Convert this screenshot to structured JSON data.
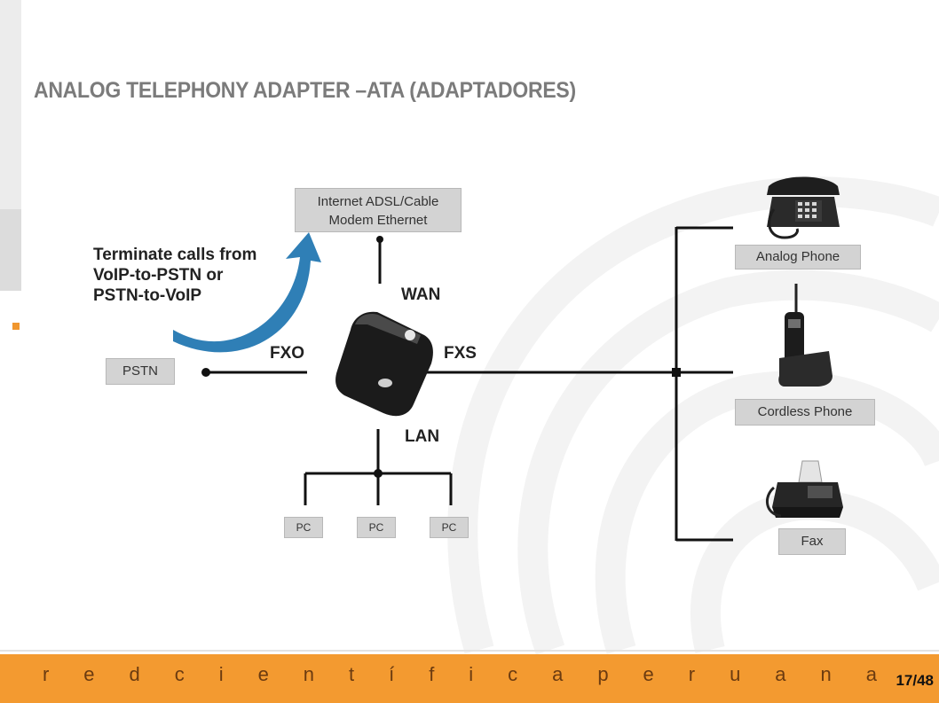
{
  "title": "ANALOG TELEPHONY ADAPTER –ATA (ADAPTADORES)",
  "diagram": {
    "internet_label_line1": "Internet ADSL/Cable",
    "internet_label_line2": "Modem Ethernet",
    "note_line1": "Terminate calls from",
    "note_line2": "VoIP-to-PSTN or",
    "note_line3": "PSTN-to-VoIP",
    "wan": "WAN",
    "fxo": "FXO",
    "fxs": "FXS",
    "lan": "LAN",
    "pstn": "PSTN",
    "pc1": "PC",
    "pc2": "PC",
    "pc3": "PC",
    "analog_phone": "Analog Phone",
    "cordless_phone": "Cordless Phone",
    "fax": "Fax"
  },
  "footer": {
    "letters": [
      "r",
      "e",
      "d",
      "c",
      "i",
      "e",
      "n",
      "t",
      "í",
      "f",
      "i",
      "c",
      "a",
      "p",
      "e",
      "r",
      "u",
      "a",
      "n",
      "a"
    ],
    "page": "17/48"
  },
  "colors": {
    "accent": "#f39a30",
    "arrow": "#2f7fb6",
    "label_bg": "#d3d3d3"
  }
}
